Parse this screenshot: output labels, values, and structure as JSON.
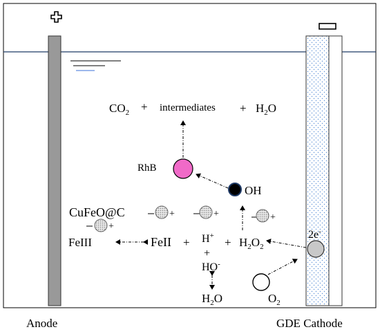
{
  "electrodes": {
    "anode_sign": "+",
    "anode_label": "Anode",
    "cathode_sign": "−",
    "cathode_label": "GDE Cathode"
  },
  "species": {
    "co2": "CO",
    "co2_sub": "2",
    "plus": "+",
    "intermediates": "intermediates",
    "h2o_product": "H",
    "h2o_product_sub": "2",
    "h2o_product_tail": "O",
    "rhb": "RhB",
    "oh_radical": "OH",
    "catalyst": "CuFeO@C",
    "fe3": "FeIII",
    "fe2": "FeII",
    "h_plus": "H",
    "h_plus_sup": "+",
    "h2o2": "H",
    "h2o2_sub1": "2",
    "h2o2_mid": "O",
    "h2o2_sub2": "2",
    "ho_minus": "HO",
    "ho_minus_sup": "-",
    "h2o_low": "H",
    "h2o_low_sub": "2",
    "h2o_low_tail": "O",
    "electrons": "2e",
    "electrons_sup": "-",
    "o2": "O",
    "o2_sub": "2"
  },
  "colors": {
    "anode": "#999999",
    "rhb_fill": "#f06ac8",
    "oh_fill": "#000000",
    "electron_fill": "#c8c8c8",
    "gde_dots": "#5b8fd6",
    "water_blue": "#3a6fd8"
  }
}
